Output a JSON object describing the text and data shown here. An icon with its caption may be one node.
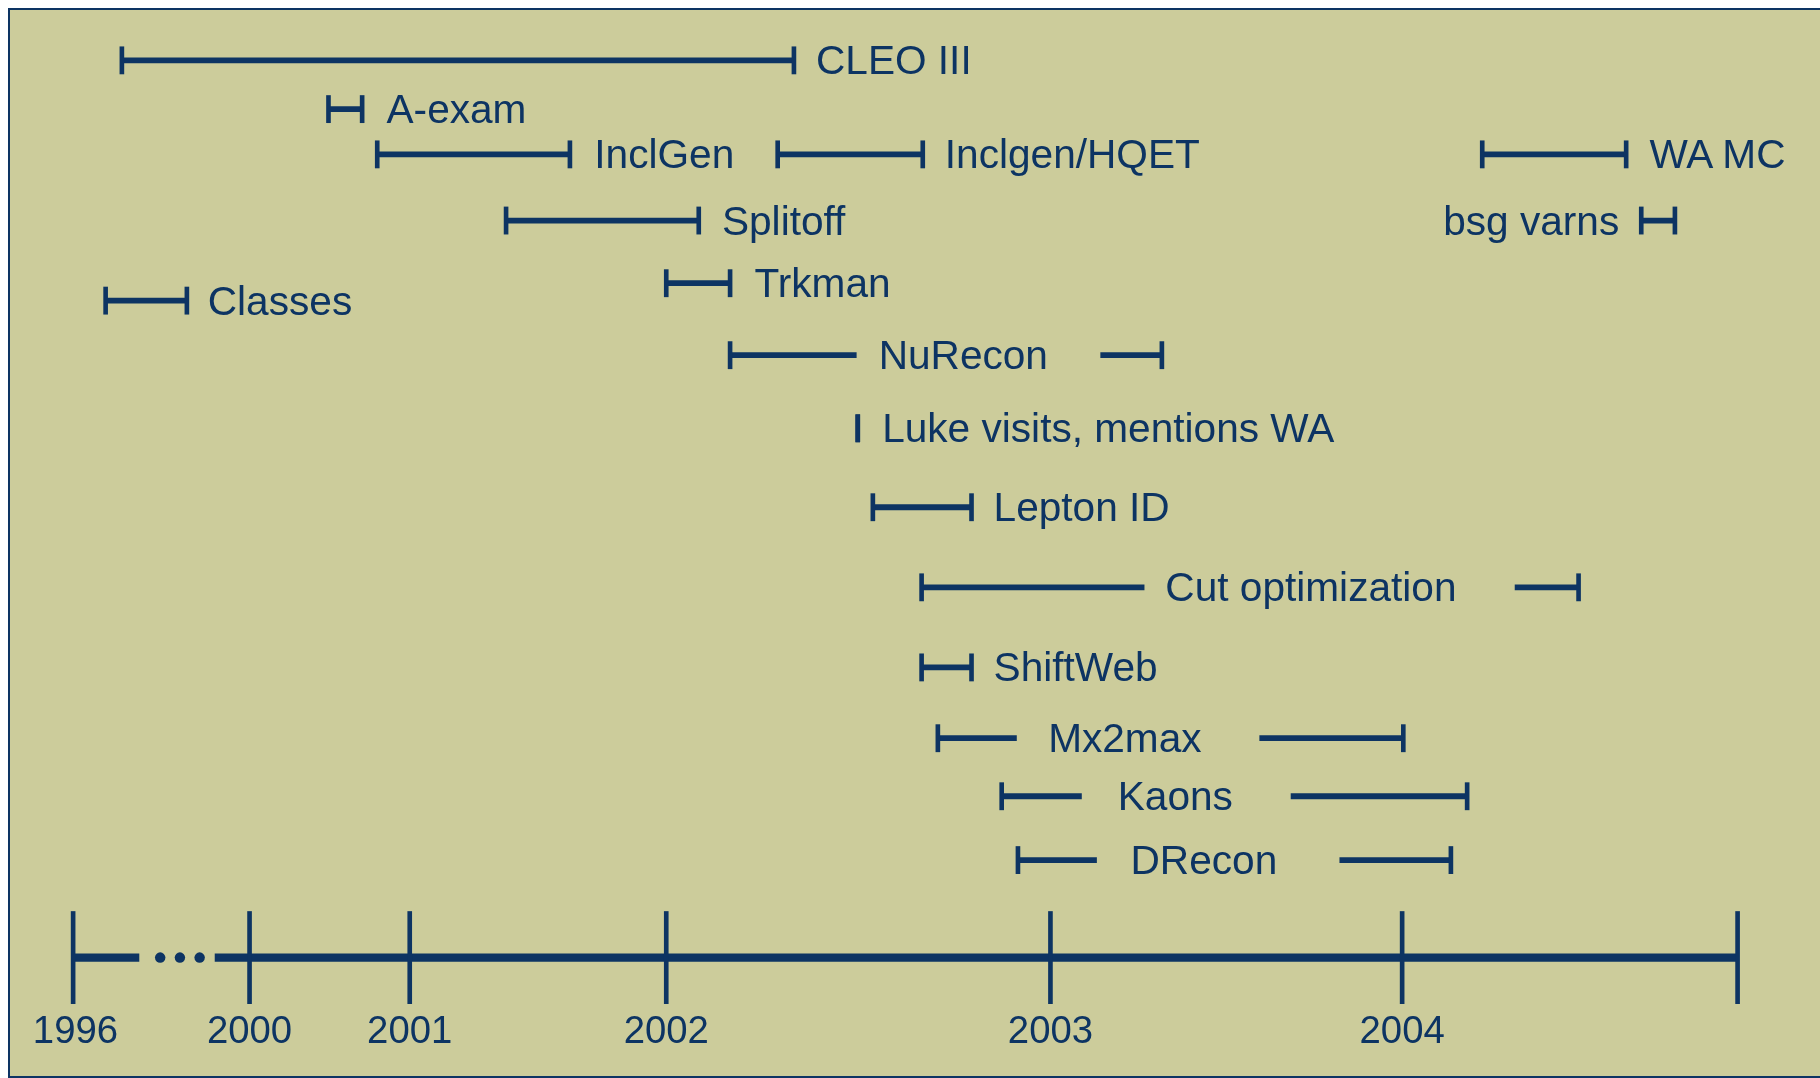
{
  "diagram": {
    "labels": [
      "CLEO III",
      "A-exam",
      "InclGen",
      "Inclgen/HQET",
      "WA MC",
      "Splitoff",
      "bsg varns",
      "Trkman",
      "Classes",
      "NuRecon",
      "Luke visits, mentions WA",
      "Lepton ID",
      "Cut optimization",
      "ShiftWeb",
      "Mx2max",
      "Kaons",
      "DRecon",
      "1996",
      "2000",
      "2001",
      "2002",
      "2003",
      "2004"
    ]
  }
}
